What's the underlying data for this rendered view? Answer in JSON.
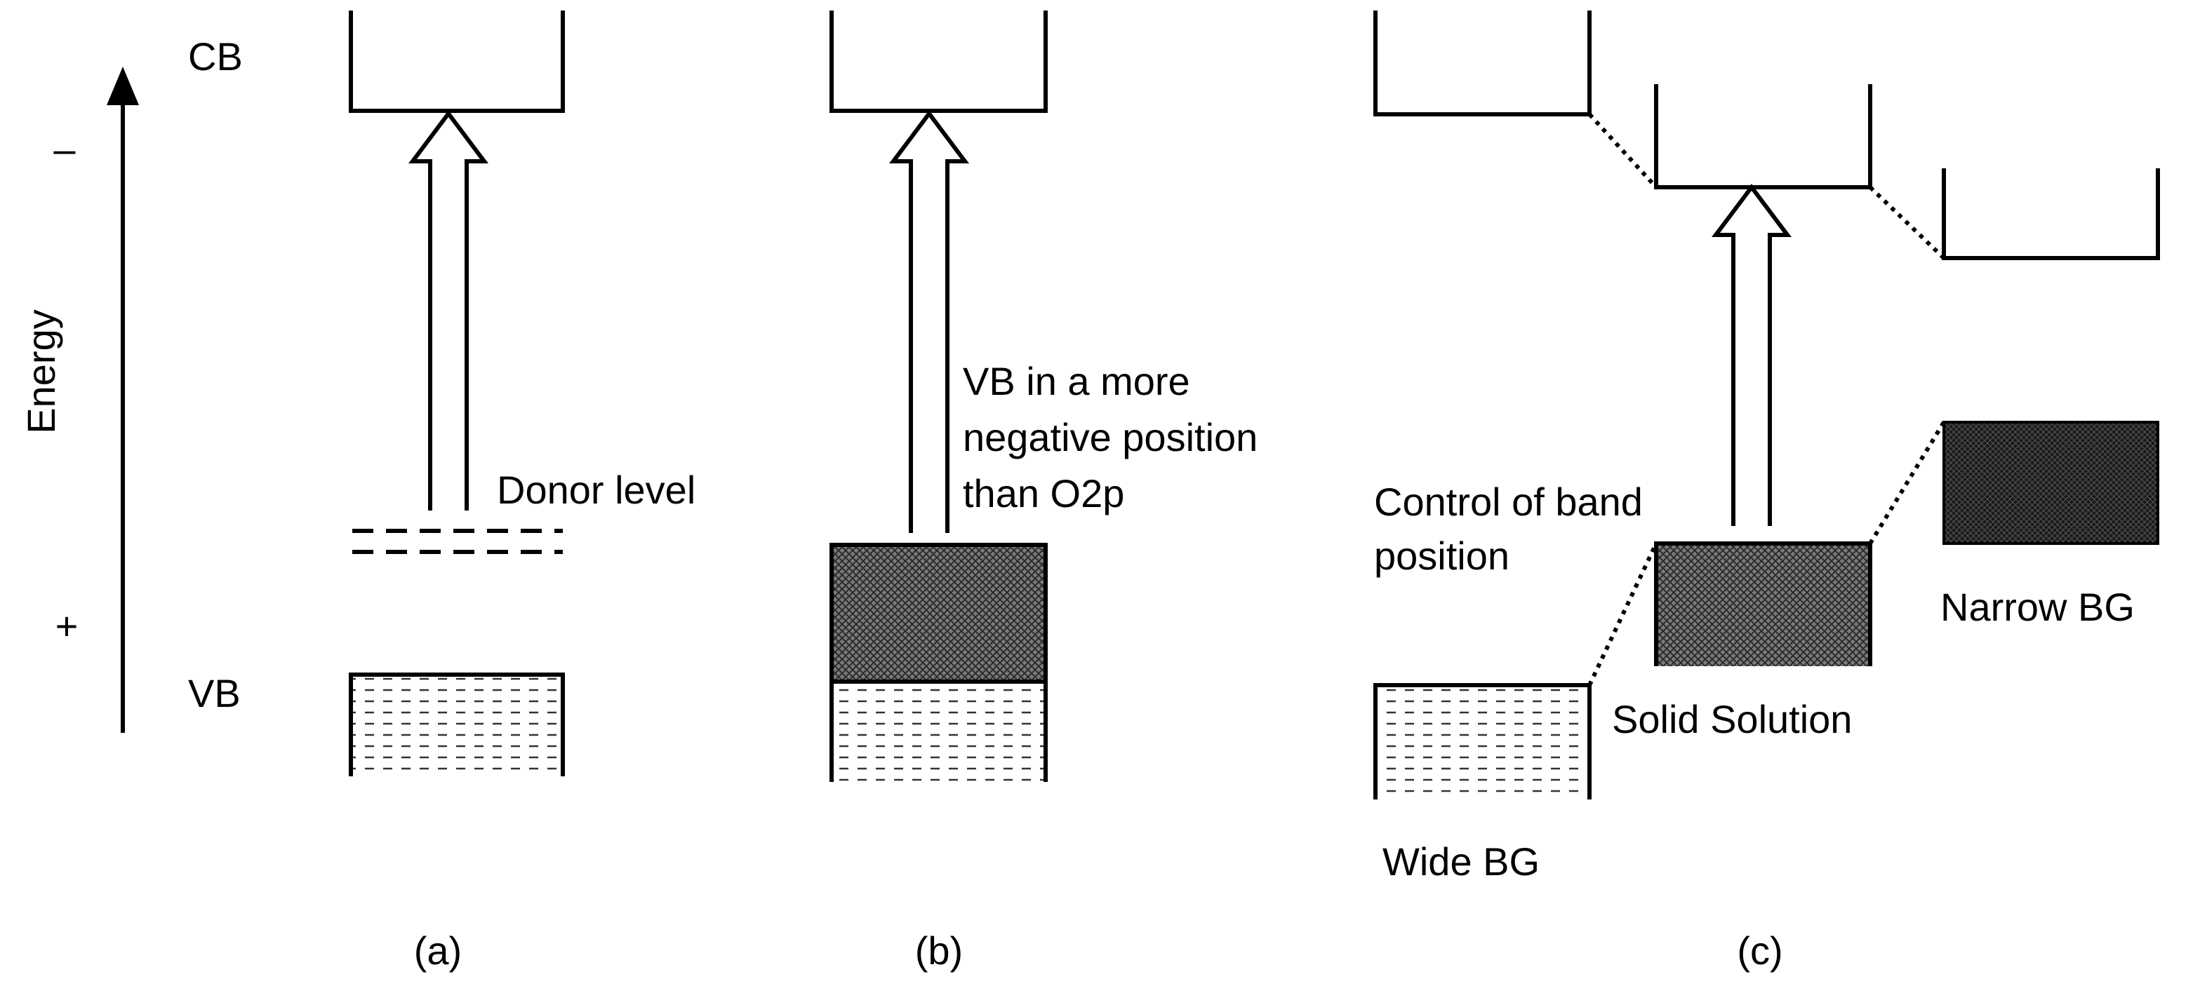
{
  "axis": {
    "label": "Energy",
    "minus_sign": "–",
    "plus_sign": "+",
    "cb_label": "CB",
    "vb_label": "VB"
  },
  "panels": {
    "a": {
      "caption": "(a)",
      "annotation": "Donor level"
    },
    "b": {
      "caption": "(b)",
      "annotation_lines": [
        "VB in a more",
        "negative position",
        "than O2p"
      ]
    },
    "c": {
      "caption": "(c)",
      "control_lines": [
        "Control of band",
        "position"
      ],
      "wide_label": "Wide BG",
      "solid_label": "Solid Solution",
      "narrow_label": "Narrow BG"
    }
  }
}
